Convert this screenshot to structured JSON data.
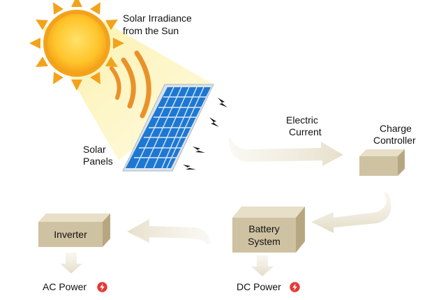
{
  "labels": {
    "sun": [
      "Solar Irradiance",
      "from the Sun"
    ],
    "panels": [
      "Solar",
      "Panels"
    ],
    "current": [
      "Electric",
      "Current"
    ],
    "controller": [
      "Charge",
      "Controller"
    ],
    "battery": [
      "Battery",
      "System"
    ],
    "inverter": "Inverter",
    "ac_power": "AC Power",
    "dc_power": "DC Power"
  },
  "icons": {
    "sun": "sun-icon",
    "panel": "solar-panel-icon",
    "spark": "lightning-spark-icon",
    "power": "power-bolt-icon"
  },
  "colors": {
    "sun_outer": "#f3a21b",
    "sun_inner": "#ffd23a",
    "beam": "#fdf5c4",
    "ray": "#e9922a",
    "panel": "#1e78d2",
    "panel_frame": "#cfd9e3",
    "box_front": "#cfc2a2",
    "box_top": "#e8dfc8",
    "box_side": "#b7a781",
    "arrow": "#ece7d6",
    "power_icon": "#e53935"
  }
}
